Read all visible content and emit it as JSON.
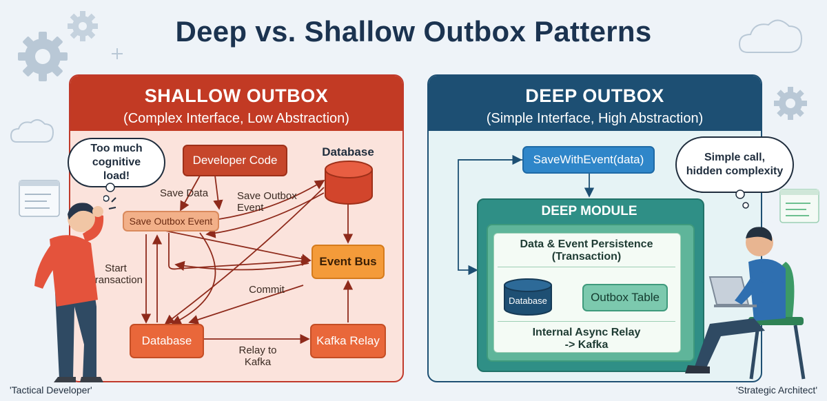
{
  "title": "Deep vs. Shallow Outbox Patterns",
  "shallow": {
    "title": "SHALLOW OUTBOX",
    "subtitle": "(Complex Interface, Low Abstraction)",
    "thought": "Too much cognitive load!",
    "nodes": {
      "developer_code": "Developer Code",
      "save_outbox_event": "Save Outbox Event",
      "database_top": "Database",
      "event_bus": "Event Bus",
      "database_bottom": "Database",
      "kafka_relay": "Kafka Relay"
    },
    "edge_labels": {
      "save_data": "Save Data",
      "save_outbox_event_line1": "Save Outbox",
      "save_outbox_event_line2": "Event",
      "start_transaction_line1": "Start",
      "start_transaction_line2": "Transaction",
      "commit": "Commit",
      "relay_to_kafka_line1": "Relay to",
      "relay_to_kafka_line2": "Kafka"
    },
    "caption": "'Tactical Developer'"
  },
  "deep": {
    "title": "DEEP OUTBOX",
    "subtitle": "(Simple Interface, High Abstraction)",
    "thought_line1": "Simple call,",
    "thought_line2": "hidden complexity",
    "save_call": "SaveWithEvent(data)",
    "module_title": "DEEP MODULE",
    "persistence_line1": "Data & Event Persistence",
    "persistence_line2": "(Transaction)",
    "database": "Database",
    "outbox_table": "Outbox Table",
    "relay_line1": "Internal Async Relay",
    "relay_line2": "-> Kafka",
    "caption": "'Strategic Architect'"
  },
  "colors": {
    "shallow_header": "#c23a24",
    "deep_header": "#1d4f73",
    "shallow_bg": "#fbe3dc",
    "deep_bg": "#e6f3f5",
    "arrow_red": "#8e2a1b",
    "arrow_blue": "#1d4f73"
  },
  "icons": [
    "gear-icon",
    "cloud-icon",
    "code-window-icon",
    "laptop-icon",
    "chair-icon"
  ]
}
